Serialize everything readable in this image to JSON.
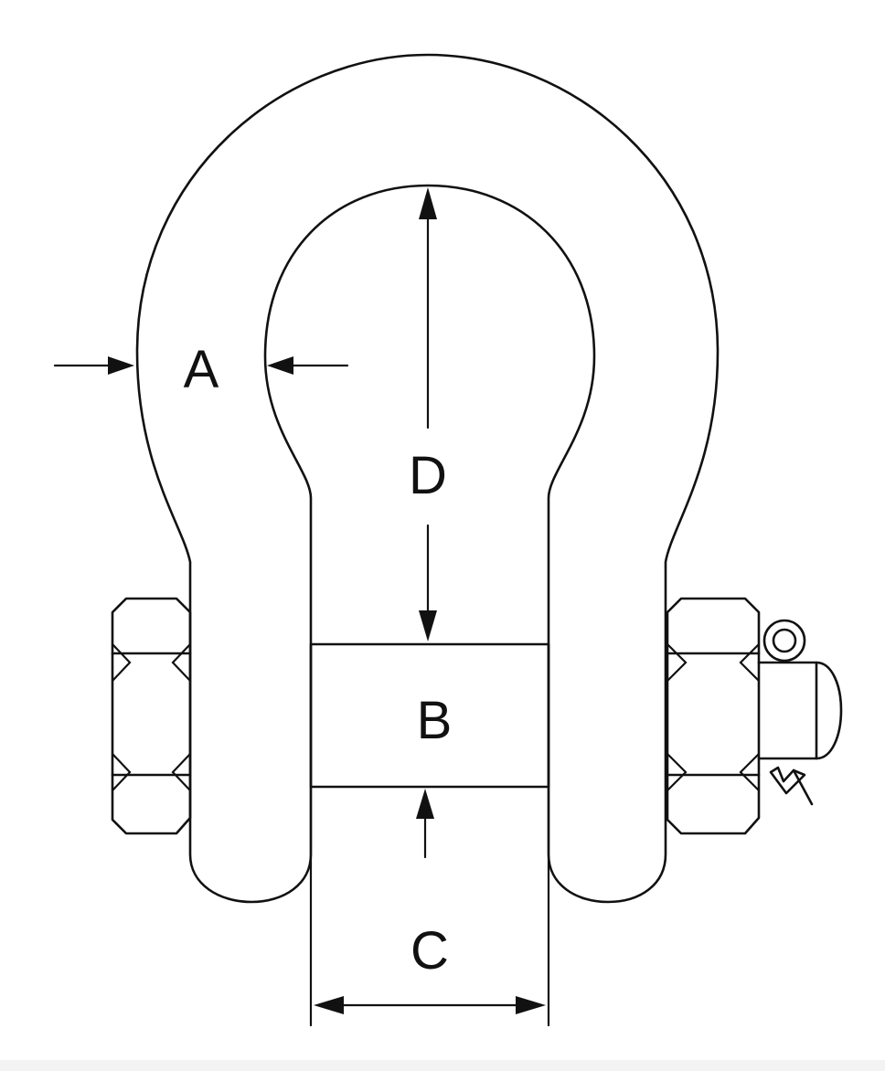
{
  "diagram": {
    "labels": {
      "a": "A",
      "b": "B",
      "c": "C",
      "d": "D"
    },
    "colors": {
      "stroke": "#111111",
      "background": "#ffffff"
    }
  }
}
